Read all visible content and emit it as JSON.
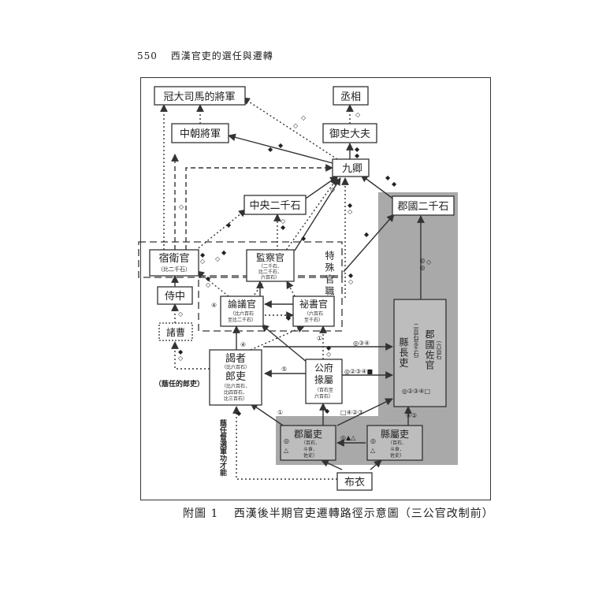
{
  "header": {
    "page_number": "550",
    "book_title": "西漢官吏的選任與遷轉"
  },
  "caption": {
    "figure_label": "附圖 1",
    "title": "西漢後半期官吏遷轉路徑示意圖（三公官改制前）"
  },
  "nodes": {
    "guan_dasima": "冠大司馬的將軍",
    "chengxiang": "丞相",
    "zhongchao": "中朝將軍",
    "yushi": "御史大夫",
    "jiuqing": "九卿",
    "zhongyang": "中央二千石",
    "junguo_erqian": "郡國二千石",
    "suwei": "宿衛官",
    "suwei_sub": "（比二千石）",
    "jiancha": "監察官",
    "jiancha_sub1": "（二千石．",
    "jiancha_sub2": "比二千石．",
    "jiancha_sub3": "六百石）",
    "shizhong": "侍中",
    "lunyi": "論議官",
    "lunyi_sub1": "（比六百石",
    "lunyi_sub2": "至比二千石）",
    "mishu": "祕書官",
    "mishu_sub1": "（六百石",
    "mishu_sub2": "至千石）",
    "zhucao": "諸曹",
    "yezhe": "謁者",
    "yezhe_sub": "（比六百石）",
    "langli": "郎吏",
    "langli_sub1": "（比六百石．",
    "langli_sub2": "比四百石．",
    "langli_sub3": "比三百石）",
    "gongfu": "公府",
    "yuanshu": "掾屬",
    "yuanshu_sub1": "（百石至",
    "yuanshu_sub2": "六百石）",
    "junguo_zuoguan": "郡國佐官",
    "xianzhangli": "縣長吏",
    "zuoguan_sub1": "（六百石",
    "zuoguan_sub2": "二百石至千石）",
    "junshuli": "郡屬吏",
    "junshuli_sub1": "（百石．",
    "junshuli_sub2": "斗食．",
    "junshuli_sub3": "佐史）",
    "xianshuli": "縣屬吏",
    "xianshuli_sub1": "（百石．",
    "xianshuli_sub2": "斗食．",
    "xianshuli_sub3": "佐史）",
    "buyi": "布衣"
  },
  "labels": {
    "special_posts": "特殊官職",
    "yin_langli": "（蔭任的郎吏）",
    "side_paths": "蔭任督選軍功才能",
    "left_path_marks": "①",
    "lunyi_mark_left": "④",
    "yezhe_mark": "④",
    "gongfu_left_mark": "⑤",
    "gongfu_up_mark": "①",
    "zuoguan_in_marks": "◎③④",
    "gongfu_to_zuoguan_marks": "◎②③④■",
    "zuoguan_bottom_marks": "◎②③④□",
    "junshuli_up_marks": "□④②③",
    "xianshuli_up_marks": "④②",
    "junshuli_circle": "◎",
    "junshuli_tri": "△",
    "xianshuli_circle": "◎",
    "xianshuli_tri": "△",
    "junguo_marks": "◎◎",
    "junshuli_to_xian_marks": "◎▲△"
  },
  "colors": {
    "shade": "#a9a9a9",
    "line": "#333333",
    "box_fill": "#ffffff"
  }
}
